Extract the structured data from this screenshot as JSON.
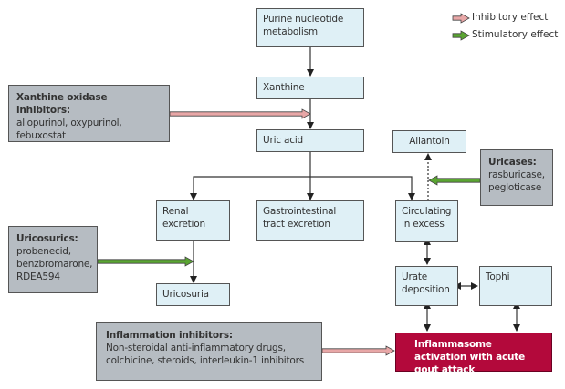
{
  "legend": {
    "inhibitory": {
      "label": "Inhibitory effect",
      "color": "#e8a7a7"
    },
    "stimulatory": {
      "label": "Stimulatory effect",
      "color": "#5aa532"
    }
  },
  "nodes": {
    "purine": "Purine nucleotide metabolism",
    "xanthine": "Xanthine",
    "uric_acid": "Uric acid",
    "allantoin": "Allantoin",
    "renal": "Renal excretion",
    "gi": "Gastrointestinal tract excretion",
    "circulating": "Circulating in excess",
    "uricosuria": "Uricosuria",
    "urate": "Urate deposition",
    "tophi": "Tophi",
    "inflammasome": "Inflammasome activation with acute gout attack"
  },
  "drugs": {
    "xo": {
      "title": "Xanthine oxidase inhibitors:",
      "items": "allopurinol, oxypurinol, febuxostat"
    },
    "uricases": {
      "title": "Uricases:",
      "items": "rasburicase, pegloticase"
    },
    "uricosurics": {
      "title": "Uricosurics:",
      "items": "probenecid, benzbromarone, RDEA594"
    },
    "inflammation": {
      "title": "Inflammation inhibitors:",
      "items": "Non-steroidal anti-inflammatory drugs, colchicine, steroids, interleukin-1 inhibitors"
    }
  },
  "colors": {
    "node_fill": "#dff0f6",
    "drug_fill": "#b6bcc2",
    "highlight_fill": "#b3093b"
  }
}
